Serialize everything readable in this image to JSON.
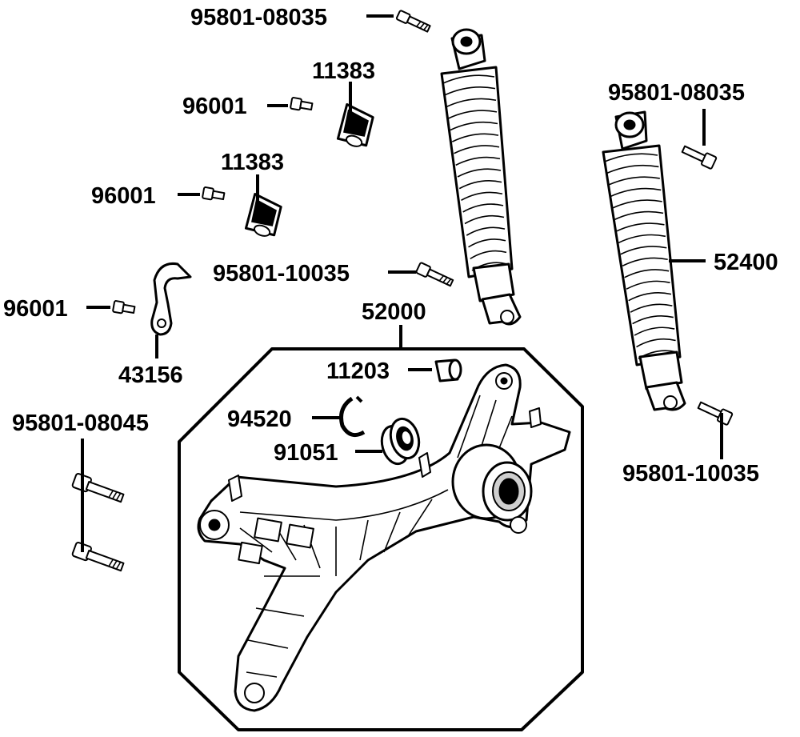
{
  "labels": {
    "p1": "95801-08035",
    "p2": "11383",
    "p3": "96001",
    "p4": "11383",
    "p5": "96001",
    "p6": "95801-10035",
    "p7": "96001",
    "p8": "43156",
    "p9": "52000",
    "p10": "11203",
    "p11": "94520",
    "p12": "91051",
    "p13": "95801-08045",
    "p14": "95801-08035",
    "p15": "52400",
    "p16": "95801-10035"
  }
}
